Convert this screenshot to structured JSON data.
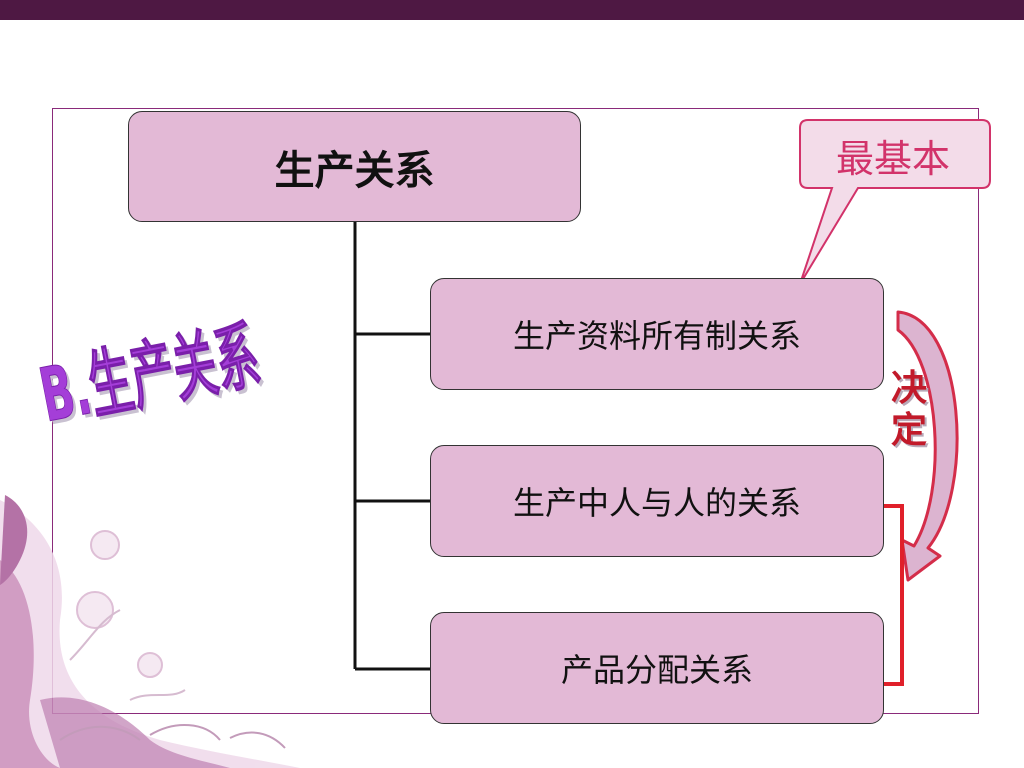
{
  "slide": {
    "root": "生产关系",
    "children": [
      "生产资料所有制关系",
      "生产中人与人的关系",
      "产品分配关系"
    ],
    "callout": "最基本",
    "decide": [
      "决",
      "定"
    ],
    "side_title": "B.生产关系"
  },
  "colors": {
    "top_bar": "#4e1843",
    "box_fill": "#e3b9d6",
    "callout_border": "#d2336a",
    "arrow": "#d42d4a",
    "bracket": "#e0202a",
    "side_title": "#a43ed8"
  }
}
